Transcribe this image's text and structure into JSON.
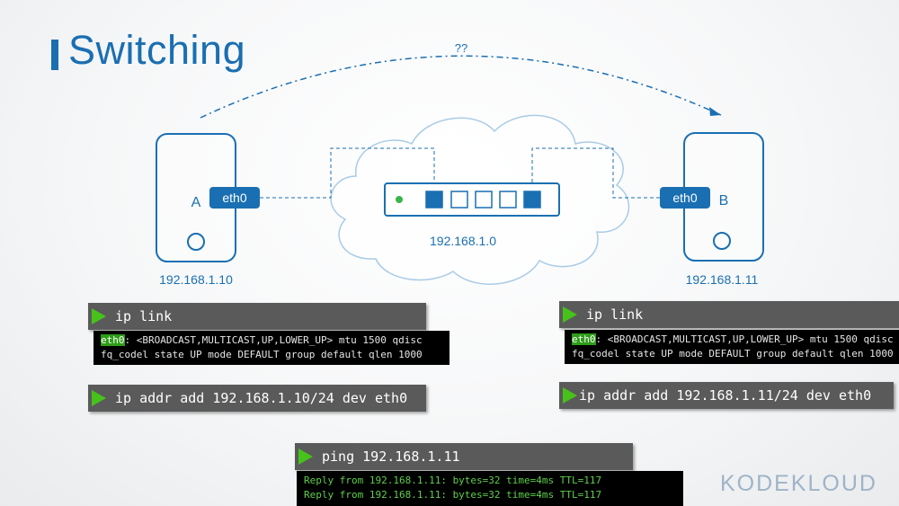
{
  "slide": {
    "title": "Switching",
    "unknown_link_label": "??"
  },
  "hosts": [
    {
      "name": "A",
      "interface": "eth0",
      "ip": "192.168.1.10"
    },
    {
      "name": "B",
      "interface": "eth0",
      "ip": "192.168.1.11"
    }
  ],
  "network": {
    "label": "192.168.1.0"
  },
  "left_commands": {
    "ip_link": "ip link",
    "ip_link_output_iface": "eth0",
    "ip_link_output_line1_rest": ": <BROADCAST,MULTICAST,UP,LOWER_UP> mtu 1500 qdisc",
    "ip_link_output_line2": "fq_codel state UP mode DEFAULT group default qlen 1000",
    "ip_addr": "ip addr add 192.168.1.10/24 dev eth0"
  },
  "right_commands": {
    "ip_link": "ip link",
    "ip_link_output_iface": "eth0",
    "ip_link_output_line1_rest": ": <BROADCAST,MULTICAST,UP,LOWER_UP> mtu 1500 qdisc",
    "ip_link_output_line2": "fq_codel state UP mode DEFAULT group default qlen 1000",
    "ip_addr": "ip addr add 192.168.1.11/24 dev eth0"
  },
  "ping": {
    "command": "ping 192.168.1.11",
    "reply1": "Reply from 192.168.1.11: bytes=32 time=4ms TTL=117",
    "reply2": "Reply from 192.168.1.11: bytes=32 time=4ms TTL=117"
  },
  "brand": {
    "logo_text": "KODEKLOUD"
  },
  "colors": {
    "accent": "#1a6fb2",
    "terminal_green": "#46c21a",
    "cloud_stroke": "#a9cbe6"
  },
  "icons": {
    "play": "play-icon",
    "switch_led": "status-led-icon"
  }
}
